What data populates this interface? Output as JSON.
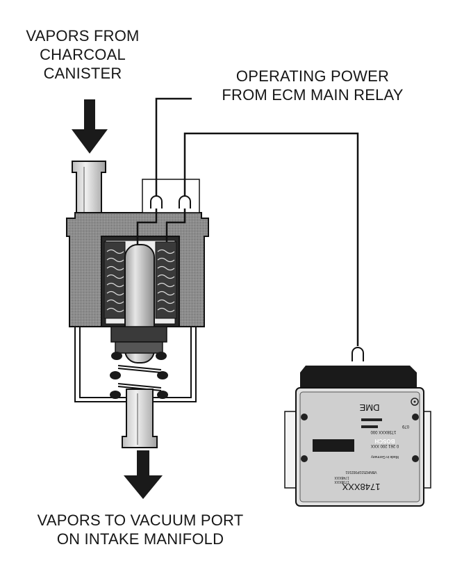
{
  "labels": {
    "inlet": [
      "VAPORS FROM",
      "CHARCOAL",
      "CANISTER"
    ],
    "power": [
      "OPERATING POWER",
      "FROM ECM MAIN RELAY"
    ],
    "outlet": [
      "VAPORS TO VACUUM PORT",
      "ON INTAKE MANIFOLD"
    ]
  },
  "ecm": {
    "brand": "BOSCH",
    "unit": "DME",
    "part_number": "1748XXX",
    "text_lines": [
      "0 261 200 XXX",
      "1738XXX 000",
      "079",
      "Made in Germany",
      "VBNH2531P002161",
      "1748XXX",
      "1738XXX"
    ]
  },
  "colors": {
    "line": "#111111",
    "body_gray": "#8a8a8a",
    "light_gray": "#d8d8d8",
    "dark": "#1a1a1a"
  }
}
